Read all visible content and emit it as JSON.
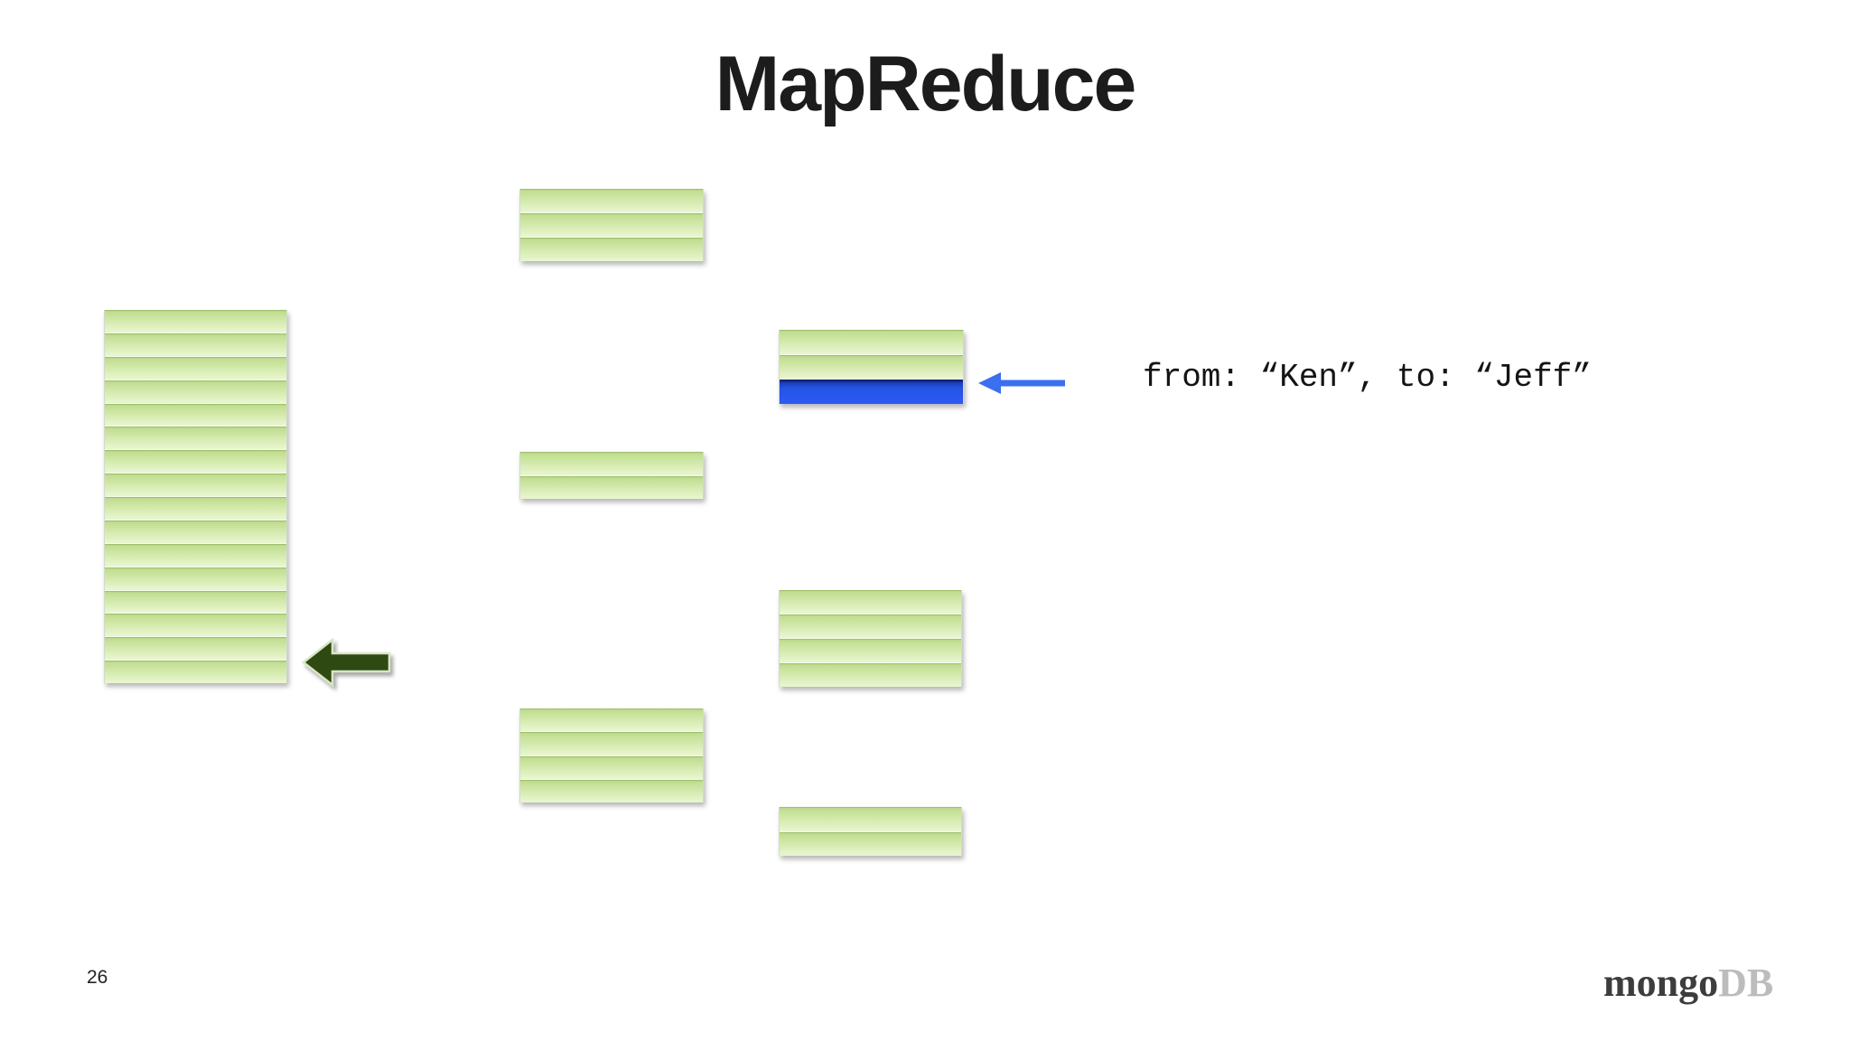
{
  "slide": {
    "title": "MapReduce",
    "page_number": "26",
    "footer_logo": {
      "prefix": "mongo",
      "suffix": "DB"
    },
    "annotation": {
      "label": "from: “Ken”, to: “Jeff”"
    }
  },
  "diagram": {
    "blocks": {
      "left_stack": {
        "rows": 16
      },
      "doc_top_middle": {
        "rows": 3
      },
      "doc_ken": {
        "rows": 3,
        "highlight_row": 3
      },
      "doc_mid_middle": {
        "rows": 2
      },
      "doc_right_mid": {
        "rows": 4
      },
      "doc_bottom_middle": {
        "rows": 4
      },
      "doc_bottom_right": {
        "rows": 2
      }
    },
    "icons": {
      "merge_arrow": "left-arrow",
      "annotation_arrow": "left-arrow"
    },
    "colors": {
      "row_green_dark": "#bdda8c",
      "row_green_light": "#e9f6d2",
      "highlight_blue": "#2453e6",
      "arrow_blue": "#3a6ff0",
      "arrow_dark_green": "#2e4a12",
      "logo_gray": "#3d3d3d",
      "logo_light_gray": "#bcbcbc"
    }
  }
}
